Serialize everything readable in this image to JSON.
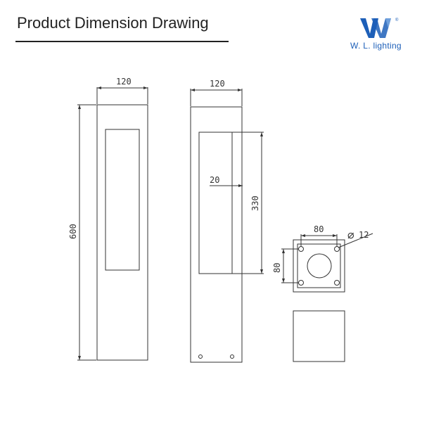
{
  "header": {
    "title": "Product Dimension Drawing"
  },
  "brand": {
    "logo_letter": "W",
    "name": "W. L. lighting",
    "registered_mark": "®",
    "color": "#1d5fb8"
  },
  "dimensions": {
    "front_width": "120",
    "front_height": "600",
    "side_width": "120",
    "side_offset": "20",
    "side_window_height": "330",
    "base_hole_spacing_x": "80",
    "base_hole_spacing_y": "80",
    "hole_diameter": "12",
    "diameter_symbol": "∅"
  },
  "colors": {
    "line": "#333333",
    "thin_line": "#555555"
  }
}
